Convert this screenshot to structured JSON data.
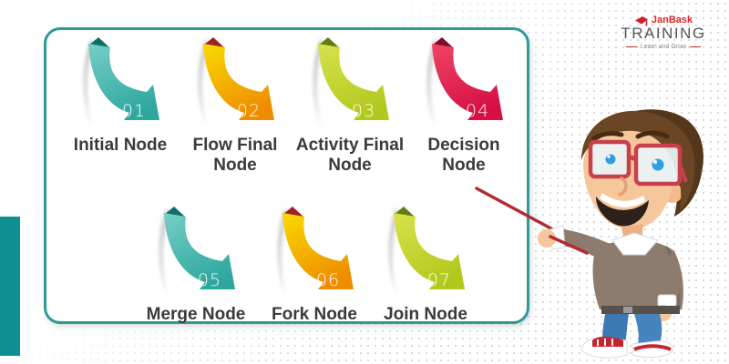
{
  "theme": {
    "accent_teal": "#0f8f91",
    "frame_border": "#2d9b96",
    "pointer_red": "#b42b31",
    "label_gray": "#3b3b3b",
    "number_white": "#ffffff",
    "background_dot": "#dadada"
  },
  "logo": {
    "brand": "JanBask",
    "name": "TRAINING",
    "tagline": "Learn and Grow",
    "brand_color": "#e02527",
    "name_color": "#55565a",
    "icon": "graduation-cap-icon"
  },
  "nodes": [
    {
      "number": "01",
      "label": "Initial Node",
      "color_top": "#74cdc4",
      "color_main": "#2ea79f",
      "fold_color": "#0d6f6a"
    },
    {
      "number": "02",
      "label": "Flow Final Node",
      "color_top": "#f9d800",
      "color_main": "#ef8c00",
      "fold_color": "#a02025"
    },
    {
      "number": "03",
      "label": "Activity Final Node",
      "color_top": "#d7e14b",
      "color_main": "#b1c81d",
      "fold_color": "#5f7d13"
    },
    {
      "number": "04",
      "label": "Decision Node",
      "color_top": "#ef4263",
      "color_main": "#d50f44",
      "fold_color": "#7c0c27"
    },
    {
      "number": "05",
      "label": "Merge Node",
      "color_top": "#74cdc4",
      "color_main": "#2ea79f",
      "fold_color": "#0d6f6a"
    },
    {
      "number": "06",
      "label": "Fork Node",
      "color_top": "#f9d800",
      "color_main": "#ef8c00",
      "fold_color": "#a02025"
    },
    {
      "number": "07",
      "label": "Join Node",
      "color_top": "#d7e14b",
      "color_main": "#b1c81d",
      "fold_color": "#5f7d13"
    }
  ]
}
